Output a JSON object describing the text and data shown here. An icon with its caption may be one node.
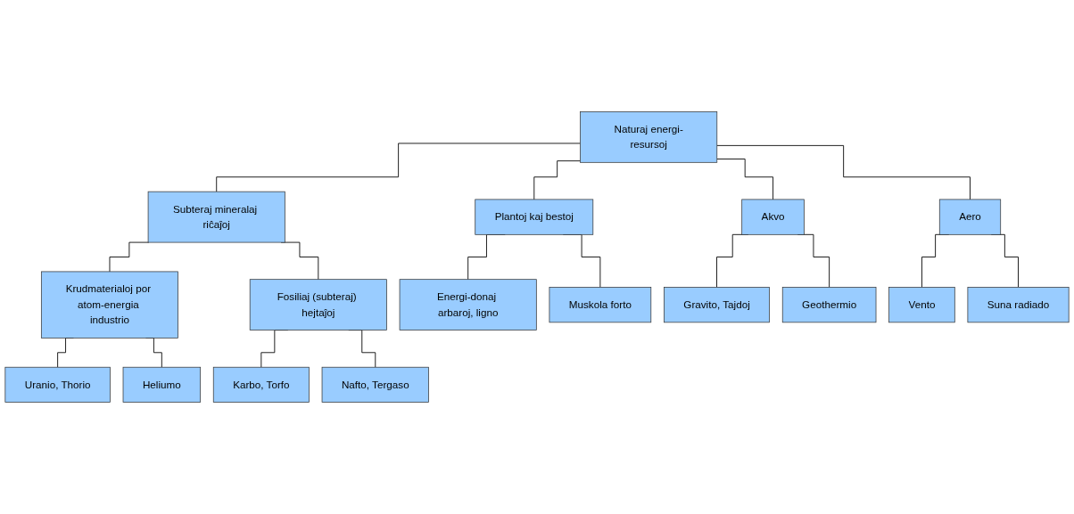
{
  "diagram": {
    "nodes": [
      {
        "text": [
          "Naturaj energi-resursoj"
        ]
      },
      {
        "text": [
          "Subteraj mineralaj riĉaĵoj"
        ]
      },
      {
        "text": [
          "Plantoj kaj bestoj"
        ]
      },
      {
        "text": [
          "Akvo"
        ]
      },
      {
        "text": [
          "Aero"
        ]
      },
      {
        "text": [
          "Krudmaterialoj por atom-energia industrio"
        ]
      },
      {
        "text": [
          "Fosiliaj (subteraj) hejtaĵoj"
        ]
      },
      {
        "text": [
          "Uranio, Thorio"
        ]
      },
      {
        "text": [
          "Heliumo"
        ]
      },
      {
        "text": [
          "Karbo, Torfo"
        ]
      },
      {
        "text": [
          "Nafto, Tergaso"
        ]
      },
      {
        "text": [
          "Energi-donaj arbaroj, ligno"
        ]
      },
      {
        "text": [
          "Muskola forto"
        ]
      },
      {
        "text": [
          "Gravito, Tajdoj"
        ]
      },
      {
        "text": [
          "Geothermio"
        ]
      },
      {
        "text": [
          "Vento"
        ]
      },
      {
        "text": [
          "Suna radiado"
        ]
      }
    ],
    "edges": [
      {
        "from": 0,
        "to": 1,
        "arrow": "none"
      },
      {
        "from": 0,
        "to": 2,
        "arrow": "none"
      },
      {
        "from": 0,
        "to": 3,
        "arrow": "none"
      },
      {
        "from": 0,
        "to": 4,
        "arrow": "none"
      },
      {
        "from": 1,
        "to": 5,
        "arrow": "none"
      },
      {
        "from": 1,
        "to": 6,
        "arrow": "none"
      },
      {
        "from": 5,
        "to": 7,
        "arrow": "none"
      },
      {
        "from": 5,
        "to": 8,
        "arrow": "none"
      },
      {
        "from": 6,
        "to": 9,
        "arrow": "none"
      },
      {
        "from": 6,
        "to": 10,
        "arrow": "none"
      },
      {
        "from": 2,
        "to": 11,
        "arrow": "none"
      },
      {
        "from": 2,
        "to": 12,
        "arrow": "none"
      },
      {
        "from": 3,
        "to": 13,
        "arrow": "none"
      },
      {
        "from": 3,
        "to": 14,
        "arrow": "none"
      },
      {
        "from": 4,
        "to": 15,
        "arrow": "none"
      },
      {
        "from": 4,
        "to": 16,
        "arrow": "none"
      }
    ]
  }
}
